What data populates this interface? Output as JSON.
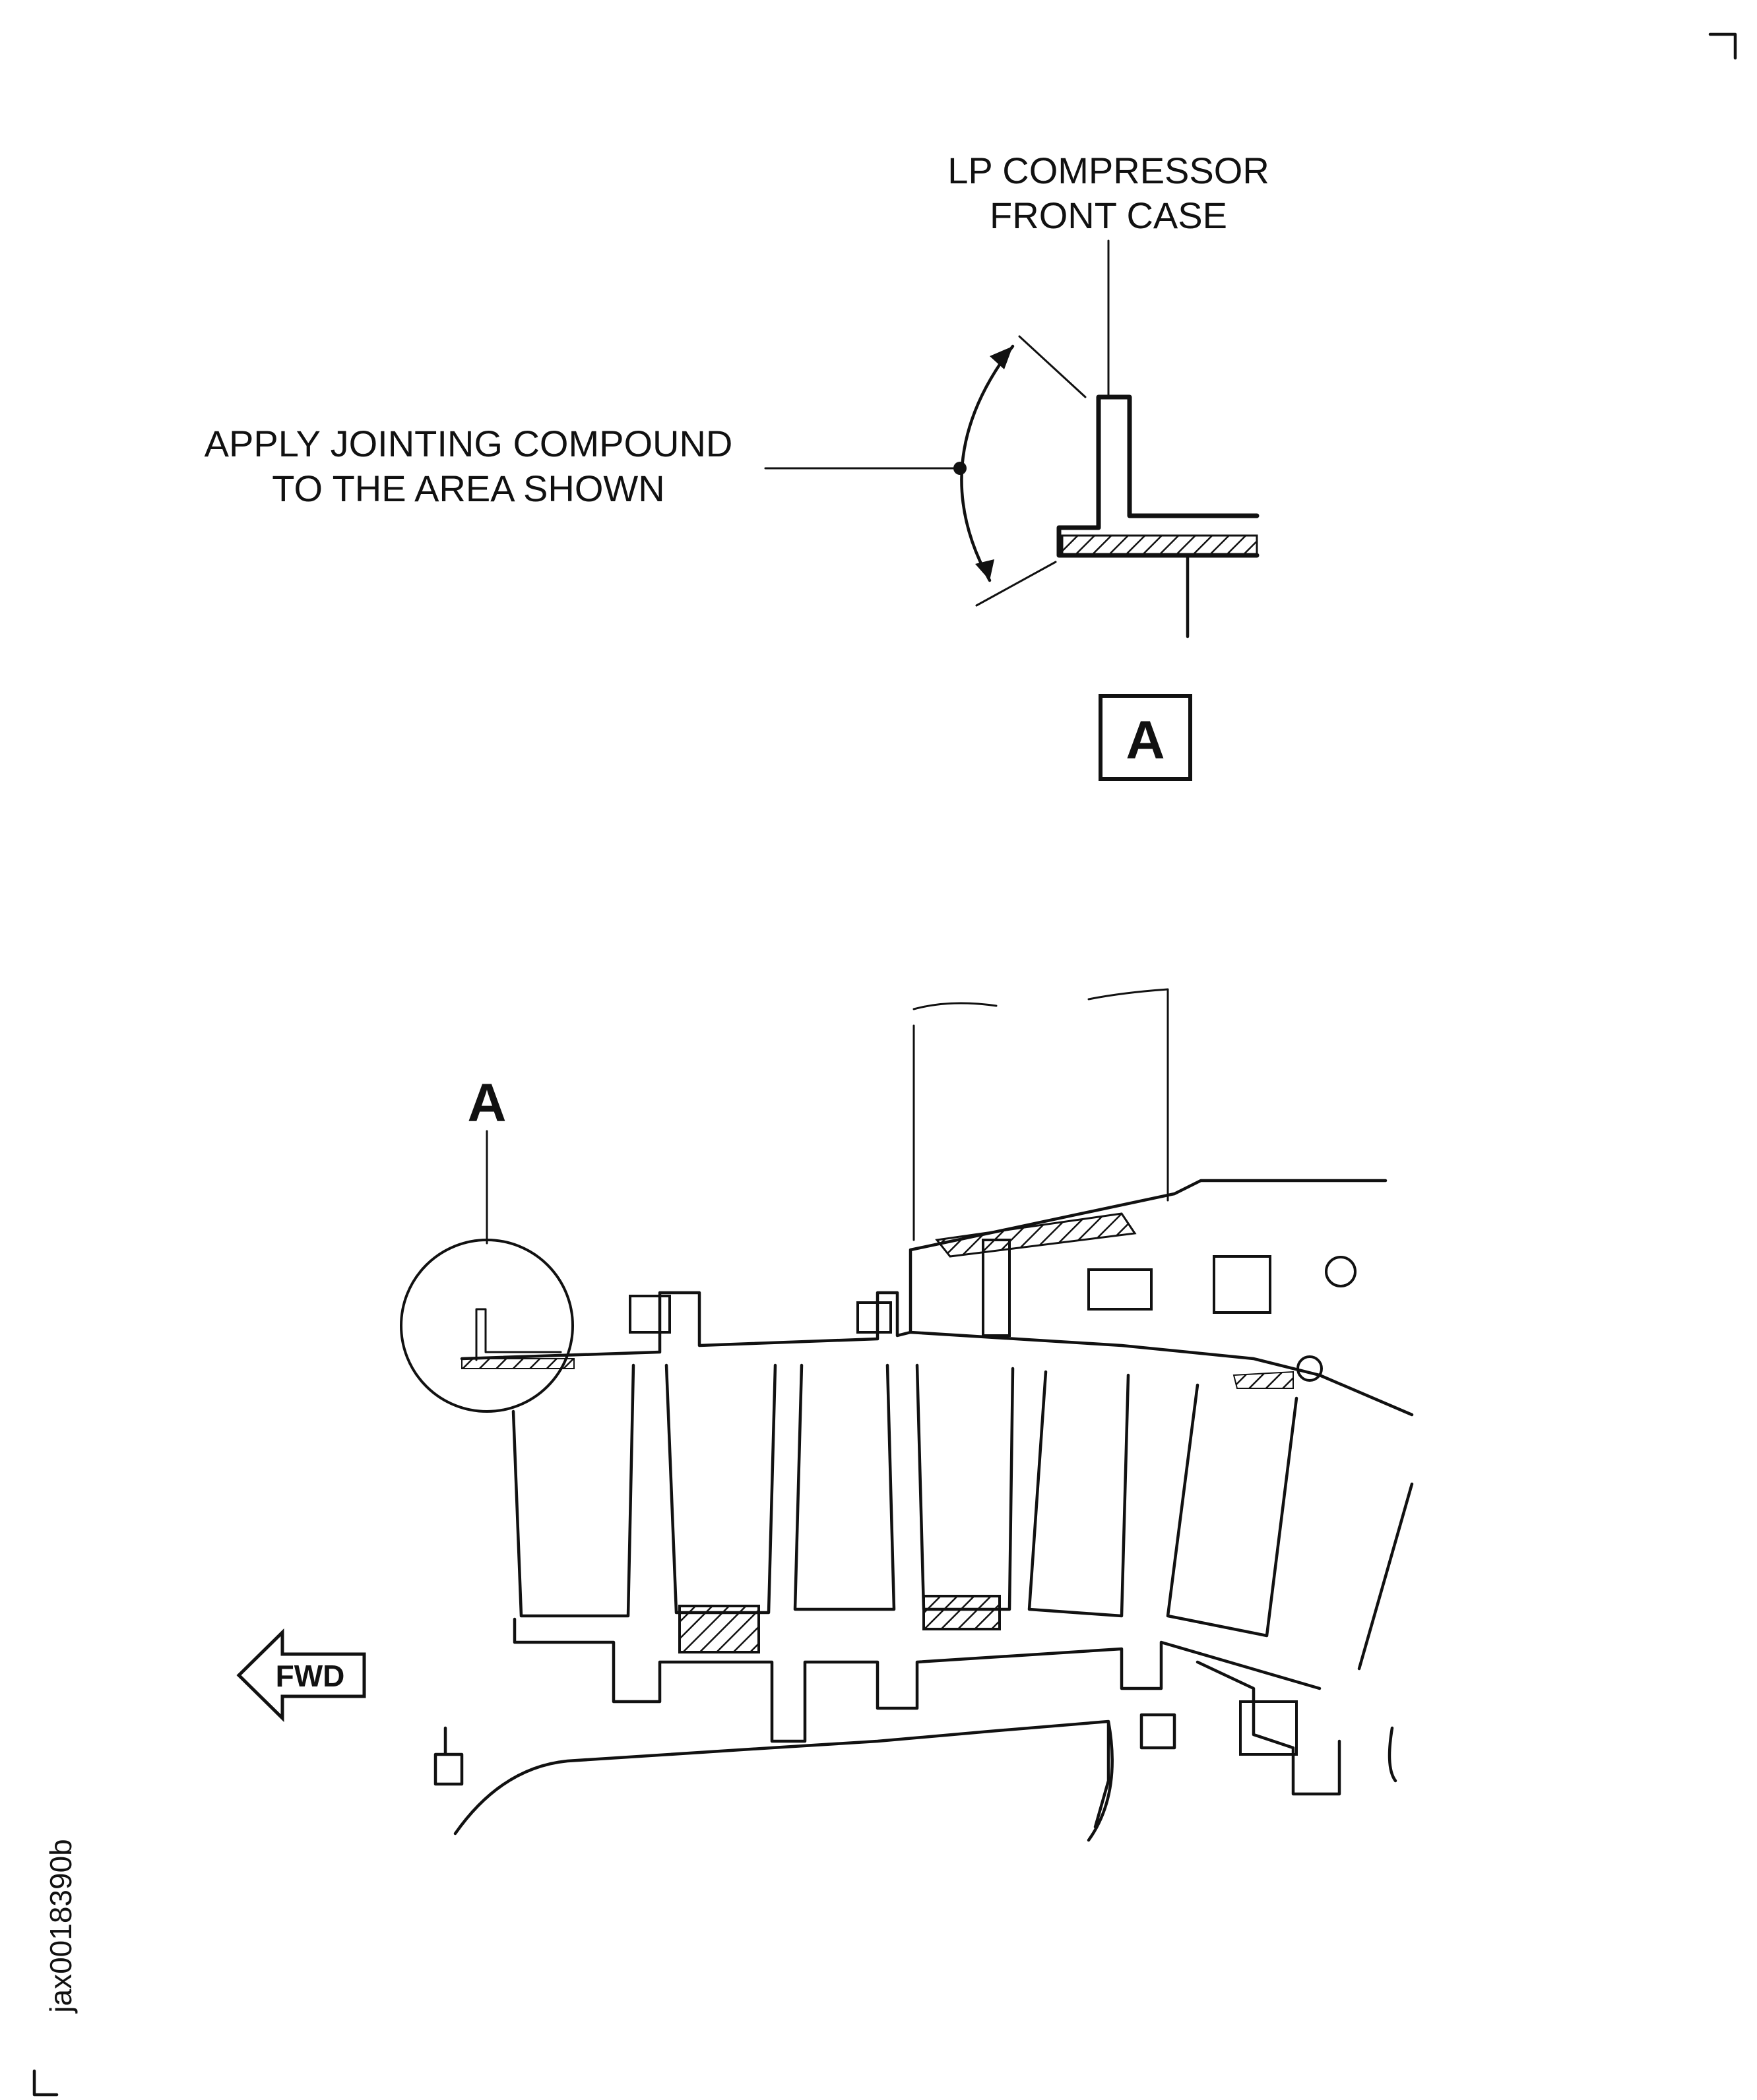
{
  "callout": {
    "part_line1": "LP  COMPRESSOR",
    "part_line2": "FRONT CASE",
    "instruction_line1": "APPLY JOINTING COMPOUND",
    "instruction_line2": "TO THE AREA SHOWN"
  },
  "detail": {
    "box_label": "A",
    "view_label": "A"
  },
  "direction": {
    "label": "FWD"
  },
  "figure_id": "jax0018390b",
  "icons": [
    "direction-arrow-icon",
    "detail-circle-icon"
  ],
  "colors": {
    "ink": "#111111",
    "paper": "#ffffff"
  }
}
